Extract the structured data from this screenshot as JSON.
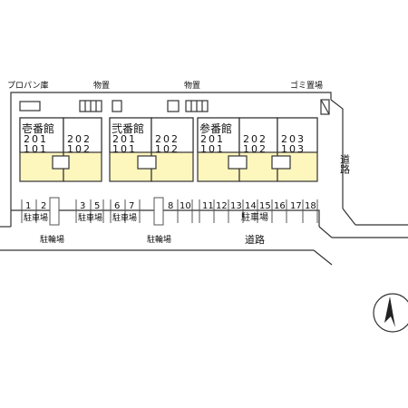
{
  "labels": {
    "propane": "プロパン庫",
    "storage_1": "物置",
    "storage_2": "物置",
    "garbage": "ゴミ置場",
    "road_right": "道路",
    "road_bottom": "道路",
    "bicycle_1": "駐輪場",
    "bicycle_2": "駐輪場"
  },
  "buildings": [
    {
      "name": "壱番館",
      "units": [
        {
          "lines": [
            "201",
            "101"
          ]
        },
        {
          "lines": [
            "202",
            "102"
          ]
        }
      ]
    },
    {
      "name": "弐番館",
      "units": [
        {
          "lines": [
            "201",
            "101"
          ]
        },
        {
          "lines": [
            "202",
            "102"
          ]
        }
      ]
    },
    {
      "name": "参番館",
      "units": [
        {
          "lines": [
            "201",
            "101"
          ]
        },
        {
          "lines": [
            "202",
            "102"
          ]
        },
        {
          "lines": [
            "203",
            "103"
          ]
        }
      ]
    }
  ],
  "parking": {
    "label": "駐車場",
    "groups": [
      {
        "numbers": [
          "1",
          "2"
        ],
        "label": "駐車場"
      },
      {
        "numbers": [
          "3",
          "5"
        ],
        "label": "駐車場"
      },
      {
        "numbers": [
          "6",
          "7"
        ],
        "label": "駐車場"
      },
      {
        "numbers": [
          "8",
          "10"
        ],
        "label": ""
      },
      {
        "numbers": [
          "11",
          "12",
          "13",
          "14",
          "15",
          "16",
          "17",
          "18"
        ],
        "label": "駐車場"
      }
    ]
  },
  "compass": {
    "icon": "north-arrow-icon"
  },
  "colors": {
    "unit_fill": "#fdf6bd",
    "line": "#333333"
  }
}
